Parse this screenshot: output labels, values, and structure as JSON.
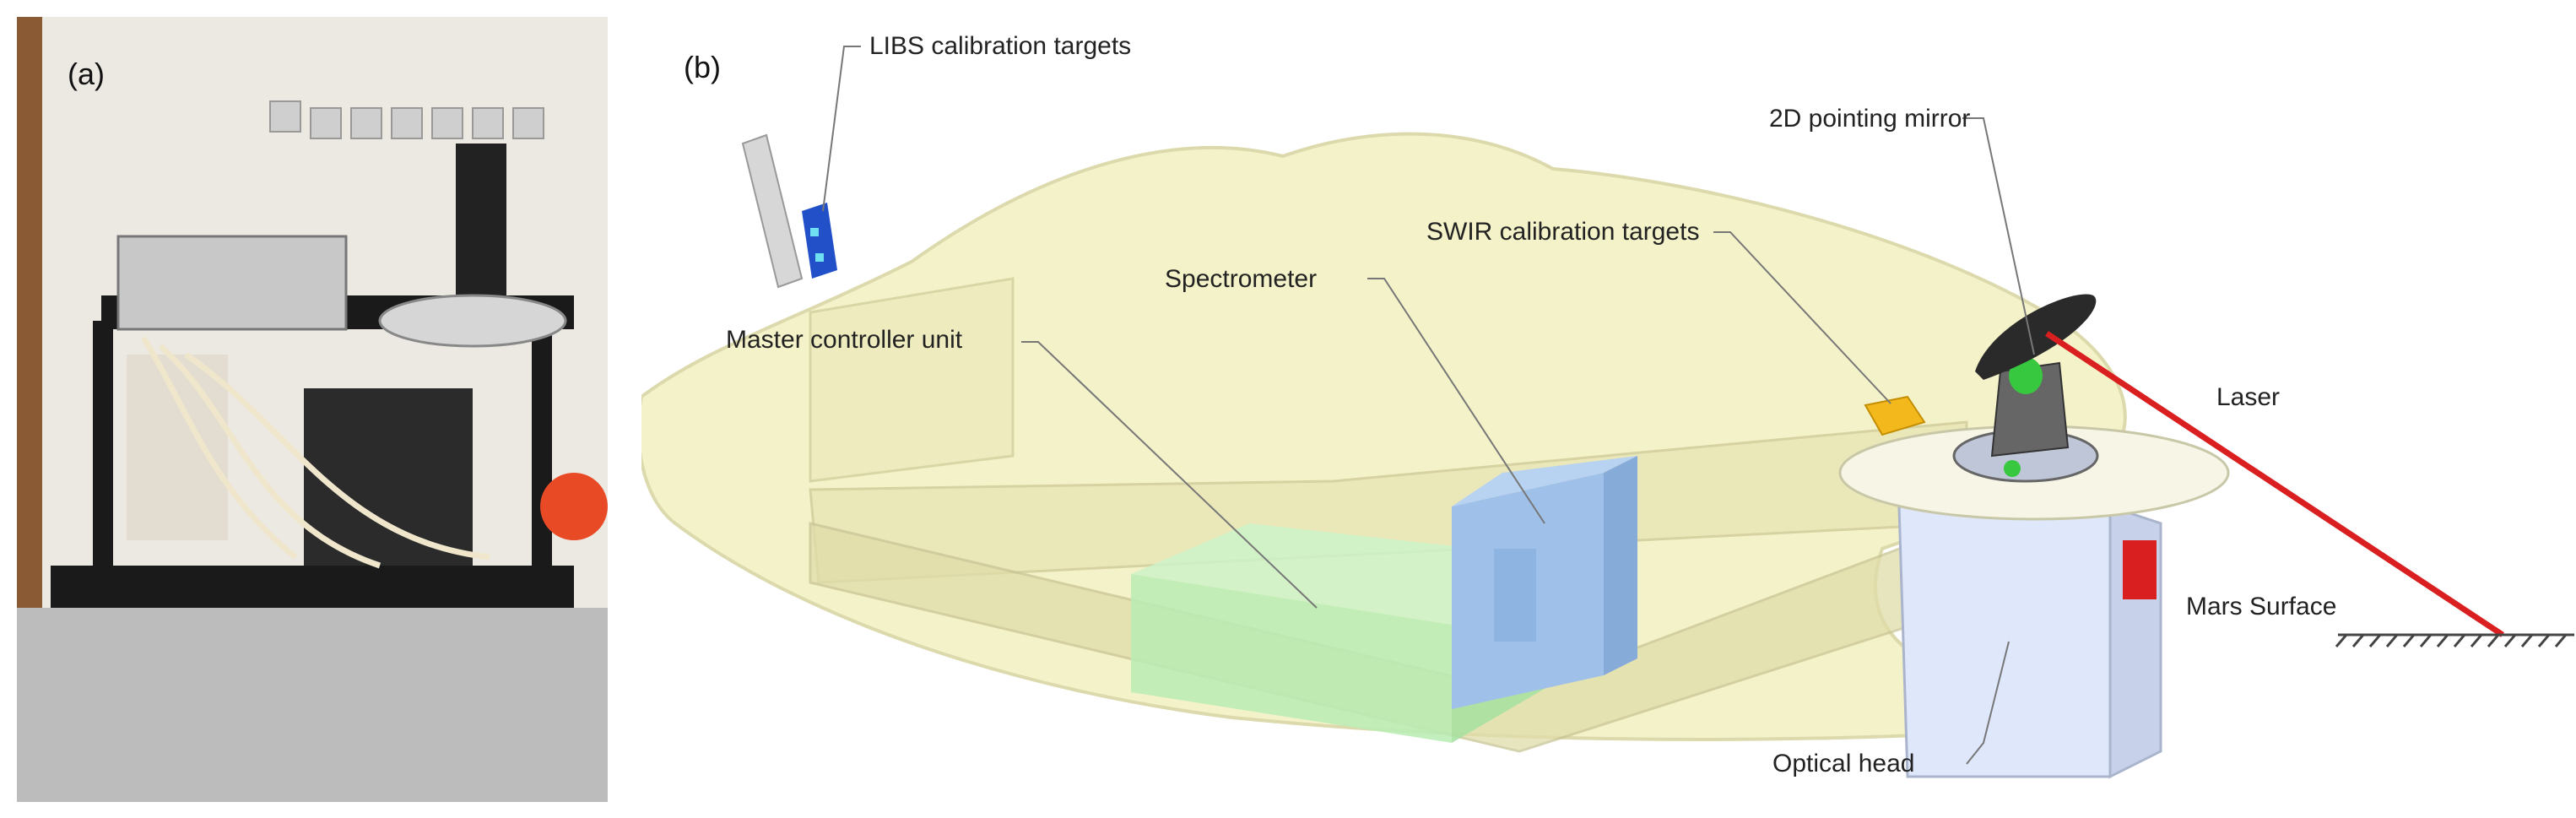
{
  "panels": {
    "a": {
      "label": "(a)"
    },
    "b": {
      "label": "(b)"
    }
  },
  "callouts": {
    "libs_targets": "LIBS calibration targets",
    "pointing_mirror": "2D pointing mirror",
    "swir_targets": "SWIR calibration targets",
    "spectrometer": "Spectrometer",
    "master_controller": "Master controller unit",
    "laser": "Laser",
    "mars_surface": "Mars Surface",
    "optical_head": "Optical head"
  },
  "colors": {
    "deck": "#f3f1c4",
    "deck_outline": "#d9d6a4",
    "controller": "#b9ecb4",
    "spectrometer": "#9ec0e9",
    "optical_head": "#dfe7fb",
    "laser": "#d91f1f",
    "mirror": "#2a2a2a",
    "mirror_mount": "#38c840",
    "swir_target": "#f2b81c",
    "libs_target": "#2250c8"
  }
}
